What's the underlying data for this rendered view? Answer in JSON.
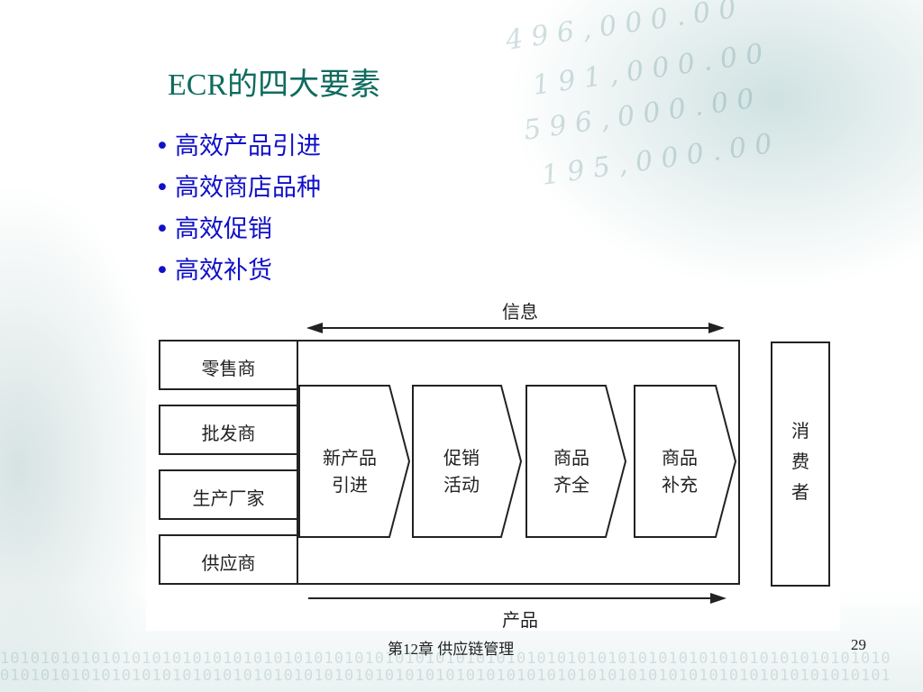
{
  "slide": {
    "title": "ECR的四大要素",
    "bullets": [
      "高效产品引进",
      "高效商店品种",
      "高效促销",
      "高效补货"
    ]
  },
  "diagram": {
    "info_label": "信息",
    "product_label": "产品",
    "left_boxes": [
      "零售商",
      "批发商",
      "生产厂家",
      "供应商"
    ],
    "stages": [
      {
        "line1": "新产品",
        "line2": "引进"
      },
      {
        "line1": "促销",
        "line2": "活动"
      },
      {
        "line1": "商品",
        "line2": "齐全"
      },
      {
        "line1": "商品",
        "line2": "补充"
      }
    ],
    "consumer": [
      "消",
      "费",
      "者"
    ]
  },
  "footer": {
    "chapter": "第12章  供应链管理",
    "page_number": "29"
  },
  "colors": {
    "title": "#0f6b5f",
    "bullets": "#1010c8",
    "background_tint": "#7aaaaa"
  }
}
